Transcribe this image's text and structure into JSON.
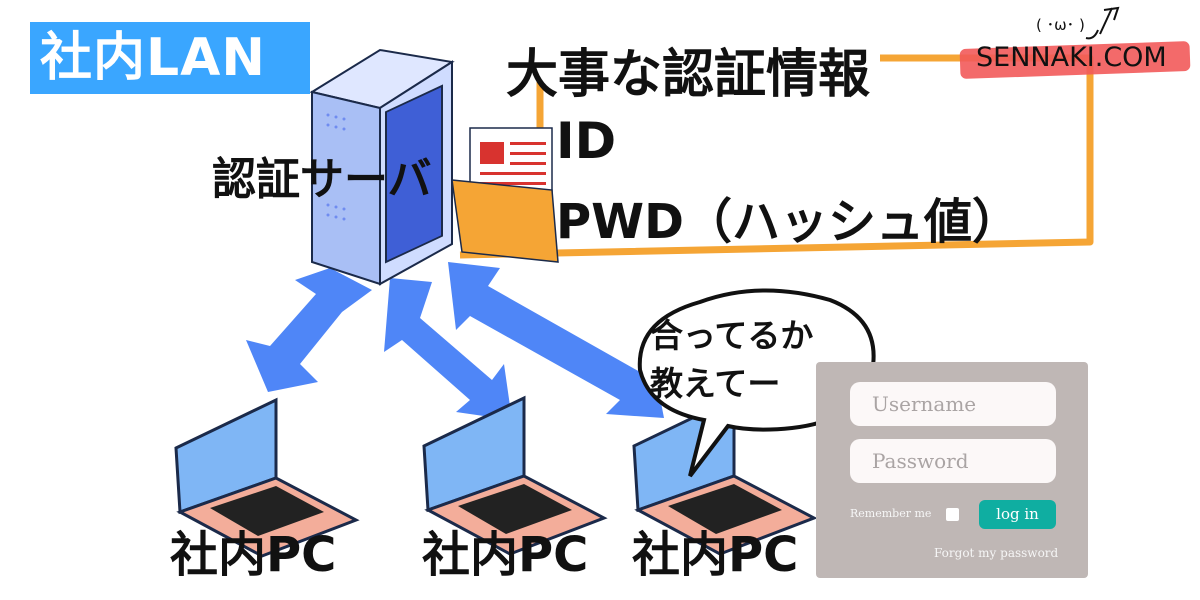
{
  "header": {
    "title": "社内LAN"
  },
  "credentials": {
    "title": "大事な認証情報",
    "id_label": "ID",
    "pwd_label": "PWD（ハッシュ値）"
  },
  "server": {
    "label": "認証サーバ"
  },
  "pcs": [
    {
      "label": "社内PC"
    },
    {
      "label": "社内PC"
    },
    {
      "label": "社内PC"
    }
  ],
  "speech": {
    "line1": "合ってるか",
    "line2": "教えてー"
  },
  "login": {
    "username_placeholder": "Username",
    "password_placeholder": "Password",
    "remember_label": "Remember me",
    "login_button": "log in",
    "forgot_link": "Forgot my password"
  },
  "brand": {
    "name": "SENNAKI.COM",
    "face": "( ･ω･ )"
  },
  "colors": {
    "lan_badge": "#3aa6ff",
    "arrow": "#4f86f7",
    "connector": "#f5a535",
    "login_button": "#0faea1"
  }
}
